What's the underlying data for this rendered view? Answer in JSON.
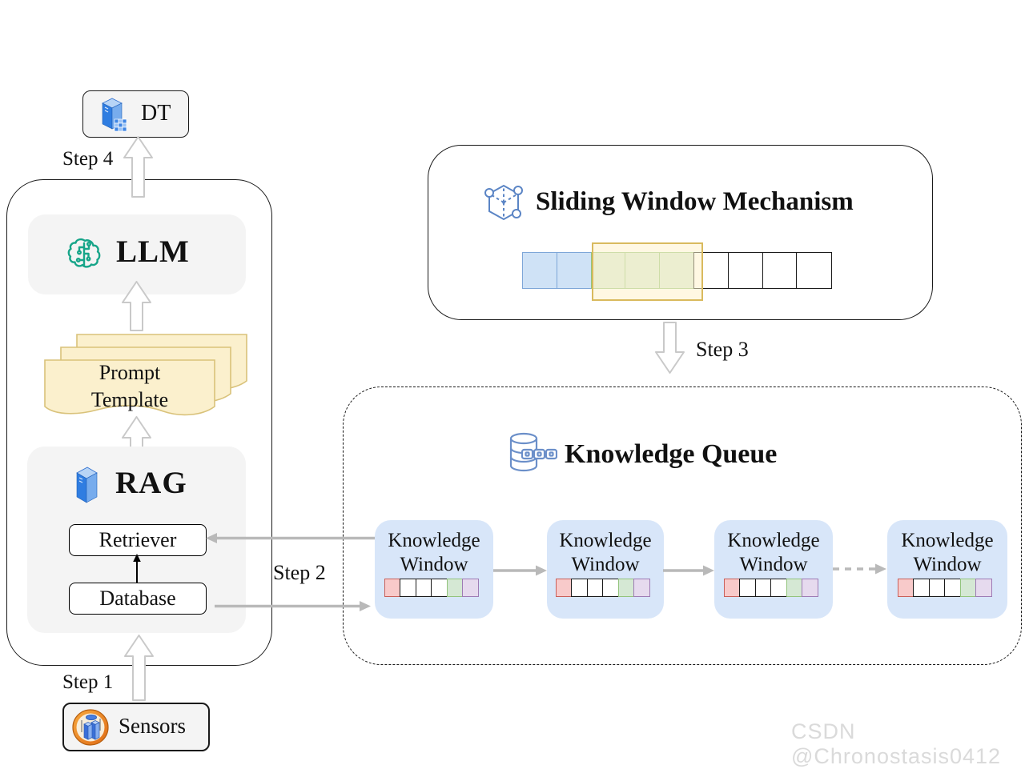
{
  "diagram": {
    "dt_label": "DT",
    "step4": "Step 4",
    "llm_label": "LLM",
    "prompt_line1": "Prompt",
    "prompt_line2": "Template",
    "rag_label": "RAG",
    "retriever_label": "Retriever",
    "database_label": "Database",
    "step1": "Step 1",
    "sensors_label": "Sensors",
    "step2": "Step 2",
    "step3": "Step 3",
    "sliding_window": {
      "title": "Sliding Window Mechanism",
      "cells": [
        "blue",
        "blue",
        "green",
        "green",
        "green",
        "white",
        "white",
        "white",
        "white"
      ],
      "highlight_cells": [
        2,
        4
      ]
    },
    "knowledge_queue": {
      "title": "Knowledge Queue",
      "windows": [
        {
          "line1": "Knowledge",
          "line2": "Window",
          "cells": [
            "red",
            "white",
            "white",
            "white",
            "green",
            "purple"
          ]
        },
        {
          "line1": "Knowledge",
          "line2": "Window",
          "cells": [
            "red",
            "white",
            "white",
            "white",
            "green",
            "purple"
          ]
        },
        {
          "line1": "Knowledge",
          "line2": "Window",
          "cells": [
            "red",
            "white",
            "white",
            "white",
            "green",
            "purple"
          ]
        },
        {
          "line1": "Knowledge",
          "line2": "Window",
          "cells": [
            "red",
            "white",
            "white",
            "white",
            "green",
            "purple"
          ]
        }
      ],
      "connectors": [
        "solid",
        "solid",
        "dashed"
      ]
    },
    "watermark": "CSDN @Chronostasis0412"
  },
  "colors": {
    "cells": {
      "blue": {
        "fill": "#cfe2f6",
        "stroke": "#7ea6d8"
      },
      "green": {
        "fill": "#d5e8d4",
        "stroke": "#93c47d"
      },
      "white": {
        "fill": "#ffffff",
        "stroke": "#1a1a1a"
      },
      "red": {
        "fill": "#f8caca",
        "stroke": "#c9605a"
      },
      "purple": {
        "fill": "#e6daee",
        "stroke": "#9e7bb5"
      }
    },
    "highlight": {
      "fill": "rgba(255,242,204,0.55)",
      "stroke": "#d9ba5e"
    },
    "paper": {
      "fill": "#fbf0cd",
      "stroke": "#d9c27a"
    },
    "window_box_fill": "#d8e6f9",
    "gray_card_fill": "#f4f4f4",
    "hollow_arrow_stroke": "#c9c9c9",
    "connector_gray": "#b9b9b9",
    "accent_teal": "#17a589",
    "accent_blue": "#2f7de1"
  }
}
